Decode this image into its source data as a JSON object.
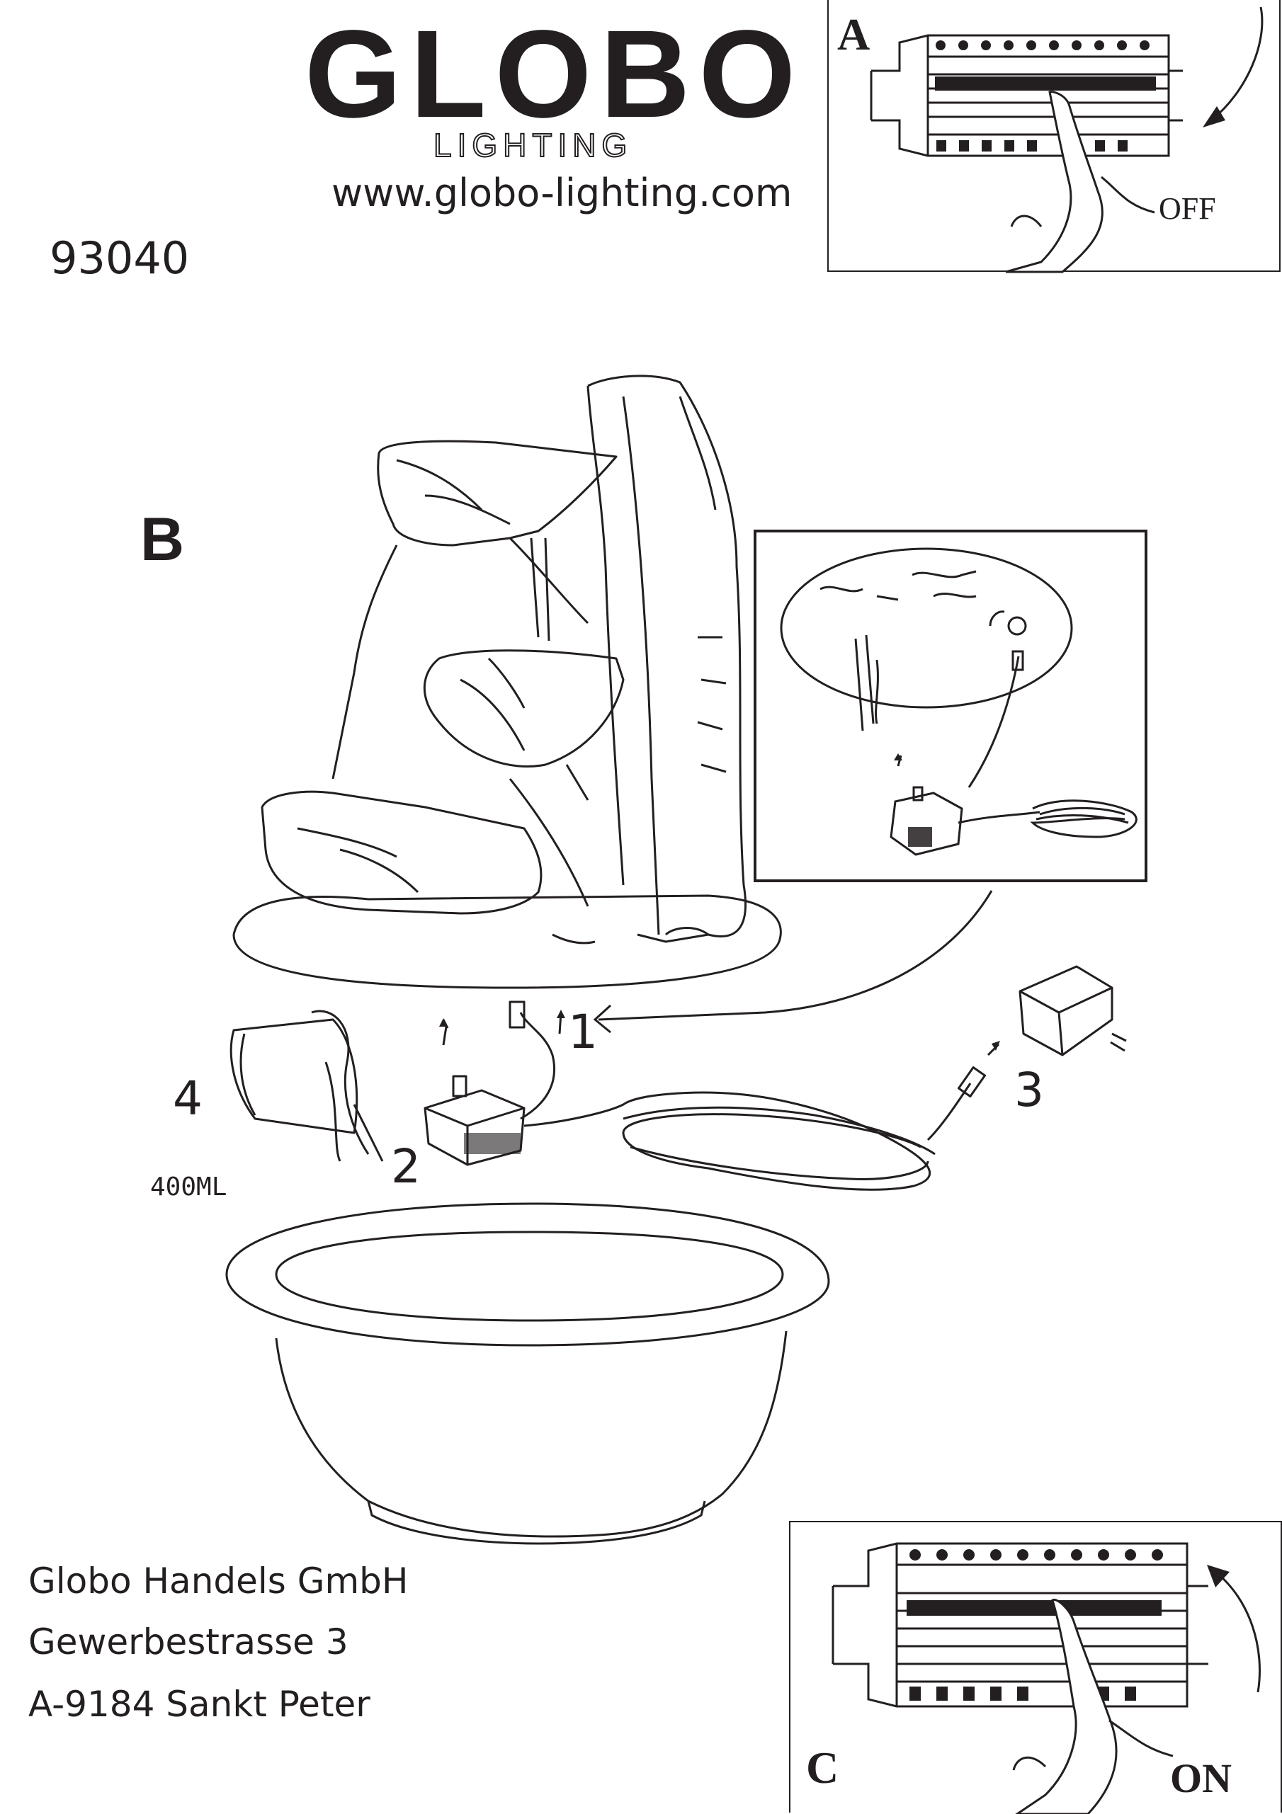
{
  "header": {
    "brand": "GLOBO",
    "brand_sub": "LIGHTING",
    "website": "www.globo-lighting.com",
    "article_number": "93040"
  },
  "panel_a": {
    "letter": "A",
    "switch_label": "OFF"
  },
  "section_b": {
    "letter": "B",
    "callouts": [
      "1",
      "2",
      "3",
      "4"
    ],
    "volume_label": "400ML"
  },
  "panel_c": {
    "letter": "C",
    "switch_label": "ON"
  },
  "address": {
    "company": "Globo Handels GmbH",
    "street": "Gewerbestrasse 3",
    "city": "A-9184 Sankt Peter"
  },
  "colors": {
    "ink": "#231f20",
    "paper": "#ffffff"
  }
}
